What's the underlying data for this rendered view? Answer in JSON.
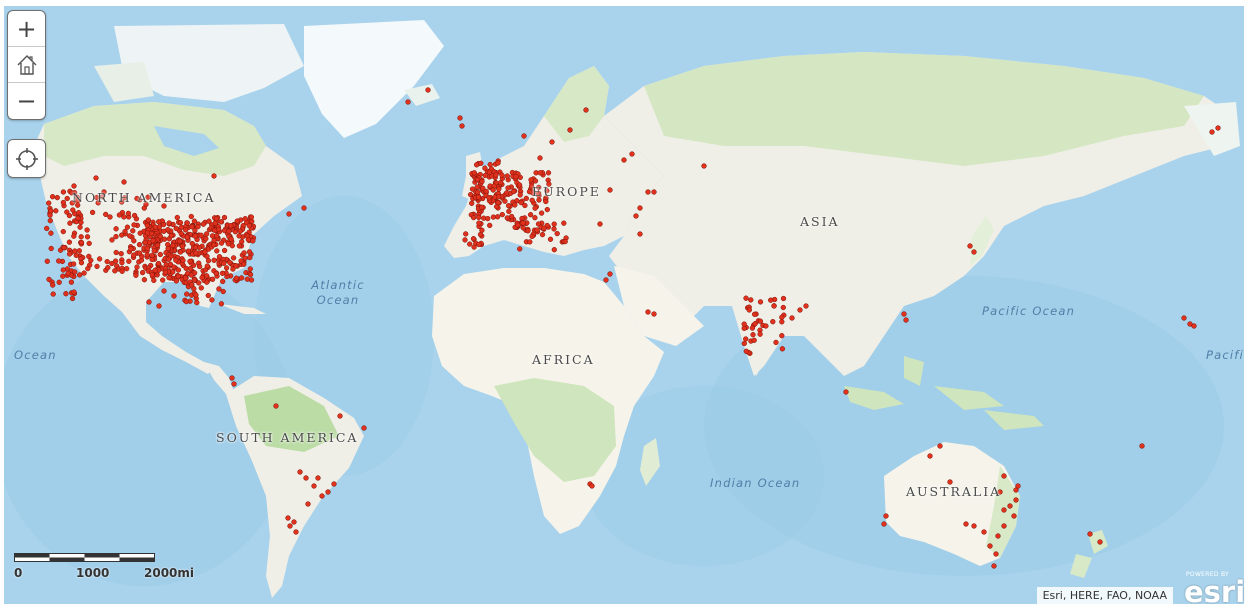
{
  "map": {
    "zoom_controls": {
      "zoom_in": "+",
      "zoom_out": "−",
      "home_icon": "home-icon"
    },
    "locate_icon": "locate-icon",
    "labels": {
      "continents": [
        "NORTH AMERICA",
        "EUROPE",
        "ASIA",
        "AFRICA",
        "SOUTH AMERICA",
        "AUSTRALIA"
      ],
      "oceans": [
        "Atlantic Ocean",
        "Pacific Ocean",
        "Indian Ocean",
        "Ocean",
        "Pacifi"
      ]
    },
    "scale": {
      "labels": [
        "0",
        "1000",
        "2000mi"
      ]
    },
    "attribution": "Esri, HERE, FAO, NOAA",
    "logo": {
      "powered": "POWERED BY",
      "word": "esri"
    },
    "colors": {
      "ocean": "#a9d3ec",
      "land": "#f0efe7",
      "vegetation": "#cfe5bd",
      "desert": "#f6f4ea",
      "ice": "#f4f9fb",
      "marker": "#e0301e",
      "marker_stroke": "#7a1205"
    }
  }
}
